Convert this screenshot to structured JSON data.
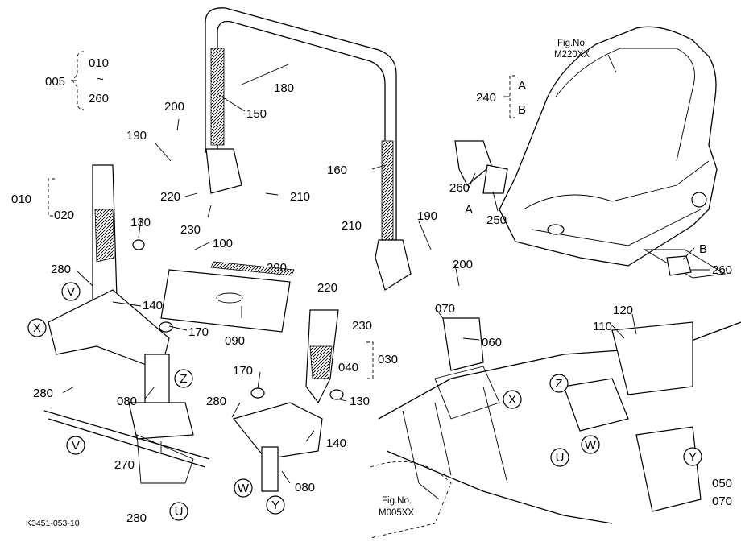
{
  "labels": {
    "l005": "005",
    "l010a": "010",
    "tilde": "~",
    "l260a": "260",
    "l200a": "200",
    "l150": "150",
    "l180": "180",
    "l190a": "190",
    "l220a": "220",
    "l210a": "210",
    "l230a": "230",
    "l010b": "010",
    "l020": "020",
    "l130a": "130",
    "l100": "100",
    "l290": "290",
    "l280a": "280",
    "l140a": "140",
    "l170a": "170",
    "l090": "090",
    "l280b": "280",
    "l080a": "080",
    "l270": "270",
    "l280c": "280",
    "l170b": "170",
    "l280d": "280",
    "l140b": "140",
    "l080b": "080",
    "l160": "160",
    "l210b": "210",
    "l190b": "190",
    "l260b": "260",
    "l250": "250",
    "l200b": "200",
    "l220b": "220",
    "l230b": "230",
    "l070a": "070",
    "l060": "060",
    "l030": "030",
    "l040": "040",
    "l130b": "130",
    "l240": "240",
    "lA1": "A",
    "lB1": "B",
    "lA2": "A",
    "lB2": "B",
    "l260c": "260",
    "l120": "120",
    "l110": "110",
    "l050": "050",
    "l070b": "070"
  },
  "callouts": {
    "V1": "V",
    "X1": "X",
    "Z1": "Z",
    "V2": "V",
    "U1": "U",
    "W1": "W",
    "Y1": "Y",
    "X2": "X",
    "Z2": "Z",
    "W2": "W",
    "U2": "U",
    "Y2": "Y"
  },
  "figure_refs": {
    "fig_label_1": "Fig.No.",
    "fig_num_1": "M220XX",
    "fig_label_2": "Fig.No.",
    "fig_num_2": "M005XX"
  },
  "drawing_code": "K3451-053-10"
}
